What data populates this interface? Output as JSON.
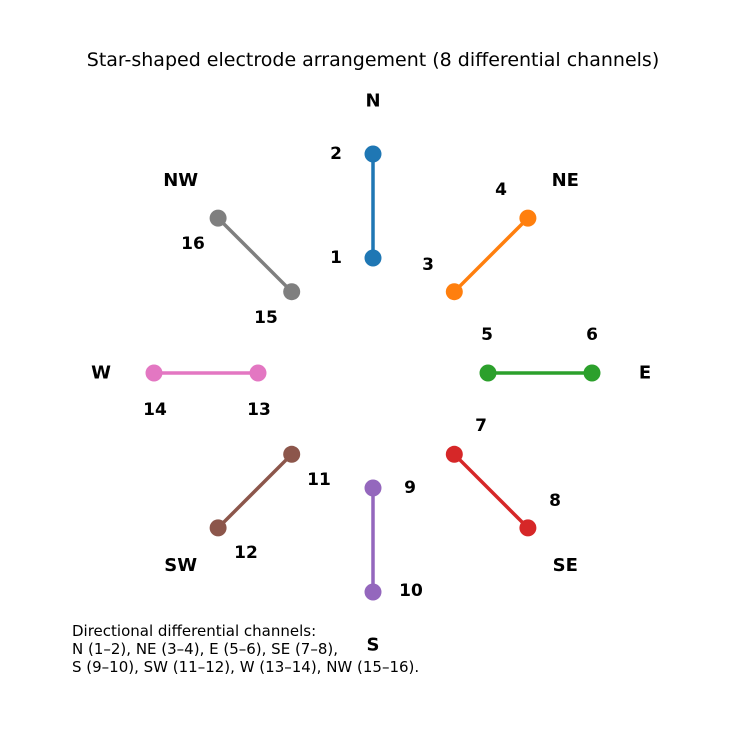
{
  "title": "Star-shaped electrode arrangement (8 differential channels)",
  "directions": [
    "N",
    "NE",
    "E",
    "SE",
    "S",
    "SW",
    "W",
    "NW"
  ],
  "channels": [
    {
      "dir": "N",
      "electrodes": [
        "1",
        "2"
      ],
      "color": "#1f77b4"
    },
    {
      "dir": "NE",
      "electrodes": [
        "3",
        "4"
      ],
      "color": "#ff7f0e"
    },
    {
      "dir": "E",
      "electrodes": [
        "5",
        "6"
      ],
      "color": "#2ca02c"
    },
    {
      "dir": "SE",
      "electrodes": [
        "7",
        "8"
      ],
      "color": "#d62728"
    },
    {
      "dir": "S",
      "electrodes": [
        "9",
        "10"
      ],
      "color": "#9467bd"
    },
    {
      "dir": "SW",
      "electrodes": [
        "11",
        "12"
      ],
      "color": "#8c564b"
    },
    {
      "dir": "W",
      "electrodes": [
        "13",
        "14"
      ],
      "color": "#e377c2"
    },
    {
      "dir": "NW",
      "electrodes": [
        "15",
        "16"
      ],
      "color": "#7f7f7f"
    }
  ],
  "note": {
    "line1": "Directional differential channels:",
    "line2": "N (1–2), NE (3–4), E (5–6), SE (7–8),",
    "line3": "S (9–10), SW (11–12), W (13–14), NW (15–16)."
  }
}
